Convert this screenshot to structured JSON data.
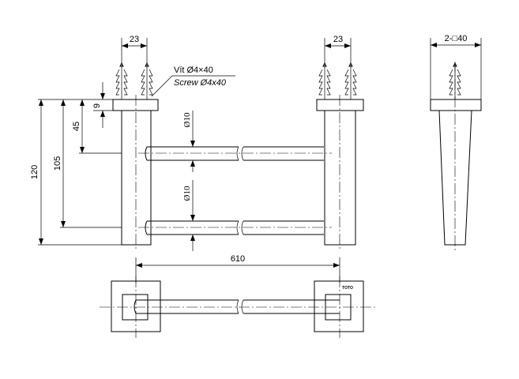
{
  "front_view": {
    "dim_width_left": "23",
    "dim_width_right": "23",
    "screw_label_vi": "Vít Ø4×40",
    "screw_label_en": "Screw Ø4x40",
    "dim_flange": "9",
    "dim_upper_bar": "45",
    "dim_lower_bar": "105",
    "dim_total_height": "120",
    "dia_upper_bar": "Ø10",
    "dia_lower_bar": "Ø10"
  },
  "side_view": {
    "dim_square": "2-□40"
  },
  "top_view": {
    "dim_length": "610",
    "brand_mark": "TOTO"
  }
}
